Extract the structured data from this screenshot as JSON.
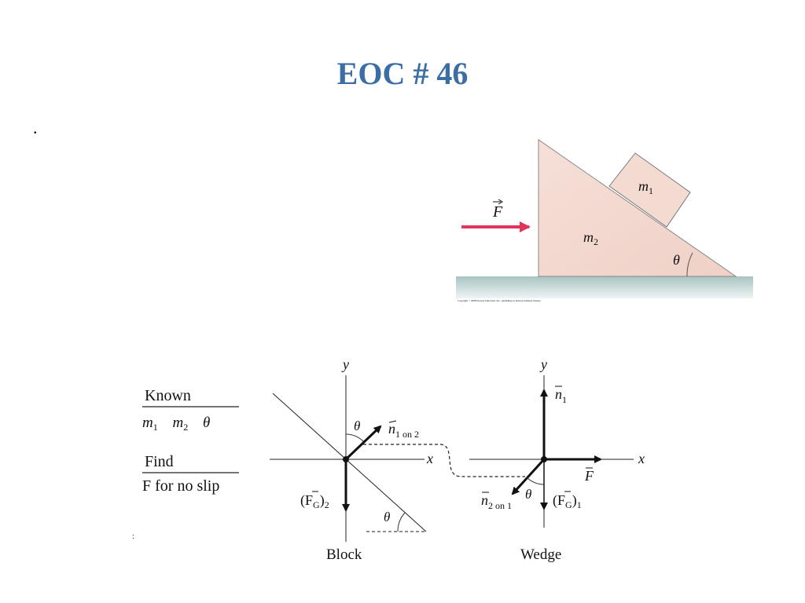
{
  "slide": {
    "title": "EOC # 46",
    "bullet_mark": "."
  },
  "colors": {
    "title": "#3a6ea5",
    "wedge_fill": "#f2d8d0",
    "force_arrow": "#e0345a",
    "floor": "#cfdedd"
  },
  "top_figure": {
    "force_label": "F",
    "block_label": "m",
    "block_sub": "1",
    "wedge_label": "m",
    "wedge_sub": "2",
    "angle_label": "θ",
    "copyright": "Copyright © 2008 Pearson Education, Inc., publishing as Pearson Addison-Wesley."
  },
  "known_find": {
    "known_heading": "Known",
    "known_items": [
      "m1",
      "m2",
      "θ"
    ],
    "find_heading": "Find",
    "find_text": "F for no slip"
  },
  "block_diagram": {
    "y_label": "y",
    "x_label": "x",
    "theta_top": "θ",
    "normal_label": "n",
    "normal_sub": "1 on 2",
    "gravity_label": "(F",
    "gravity_sub_g": "G",
    "gravity_close": ")",
    "gravity_sub_2": "2",
    "theta_bottom": "θ",
    "caption": "Block"
  },
  "wedge_diagram": {
    "y_label": "y",
    "x_label": "x",
    "normal1_label": "n",
    "normal1_sub": "1",
    "force_label": "F",
    "normal2_label": "n",
    "normal2_sub": "2 on 1",
    "theta": "θ",
    "gravity_label": "(F",
    "gravity_sub_g": "G",
    "gravity_close": ")",
    "gravity_sub_1": "1",
    "caption": "Wedge"
  }
}
